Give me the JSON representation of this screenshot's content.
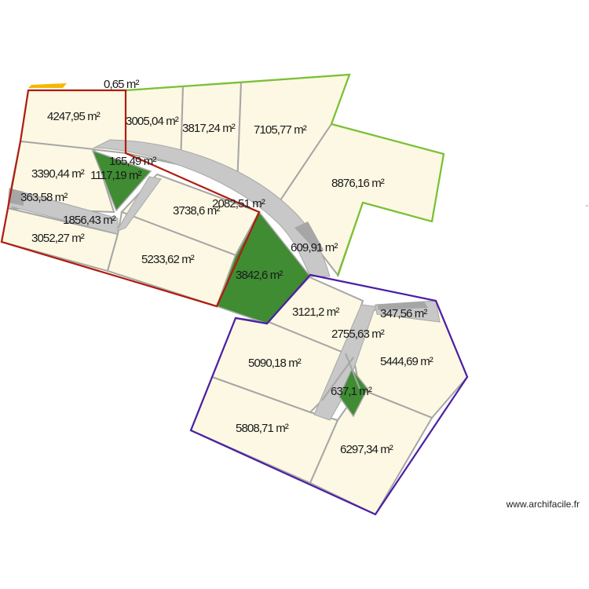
{
  "plan": {
    "parcels": [
      {
        "id": "p1",
        "area": "0,65 m²"
      },
      {
        "id": "p2",
        "area": "4247,95 m²"
      },
      {
        "id": "p3",
        "area": "3005,04 m²"
      },
      {
        "id": "p4",
        "area": "3817,24 m²"
      },
      {
        "id": "p5",
        "area": "7105,77 m²"
      },
      {
        "id": "p6",
        "area": "8876,16 m²"
      },
      {
        "id": "p7",
        "area": "3390,44 m²"
      },
      {
        "id": "p8",
        "area": "165,49 m²"
      },
      {
        "id": "p9",
        "area": "1117,19 m²"
      },
      {
        "id": "p10",
        "area": "363,58 m²"
      },
      {
        "id": "p11",
        "area": "1856,43 m²"
      },
      {
        "id": "p12",
        "area": "3052,27 m²"
      },
      {
        "id": "p13",
        "area": "3738,6 m²"
      },
      {
        "id": "p14",
        "area": "2082,51 m²"
      },
      {
        "id": "p15",
        "area": "5233,62 m²"
      },
      {
        "id": "p16",
        "area": "609,91 m²"
      },
      {
        "id": "p17",
        "area": "3842,6 m²"
      },
      {
        "id": "p18",
        "area": "3121,2 m²"
      },
      {
        "id": "p19",
        "area": "347,56 m²"
      },
      {
        "id": "p20",
        "area": "2755,63 m²"
      },
      {
        "id": "p21",
        "area": "5090,18 m²"
      },
      {
        "id": "p22",
        "area": "5444,69 m²"
      },
      {
        "id": "p23",
        "area": "637,1 m²"
      },
      {
        "id": "p24",
        "area": "5808,71 m²"
      },
      {
        "id": "p25",
        "area": "6297,34 m²"
      }
    ],
    "colors": {
      "parcel_fill": "#fcf8e3",
      "green_area": "#3f8c33",
      "path_area": "#c8c8c8",
      "boundary_green": "#7ac231",
      "boundary_red": "#b01c0e",
      "boundary_purple": "#4b1fa3",
      "marker_yellow": "#f5b800"
    }
  },
  "credit": "www.archifacile.fr"
}
